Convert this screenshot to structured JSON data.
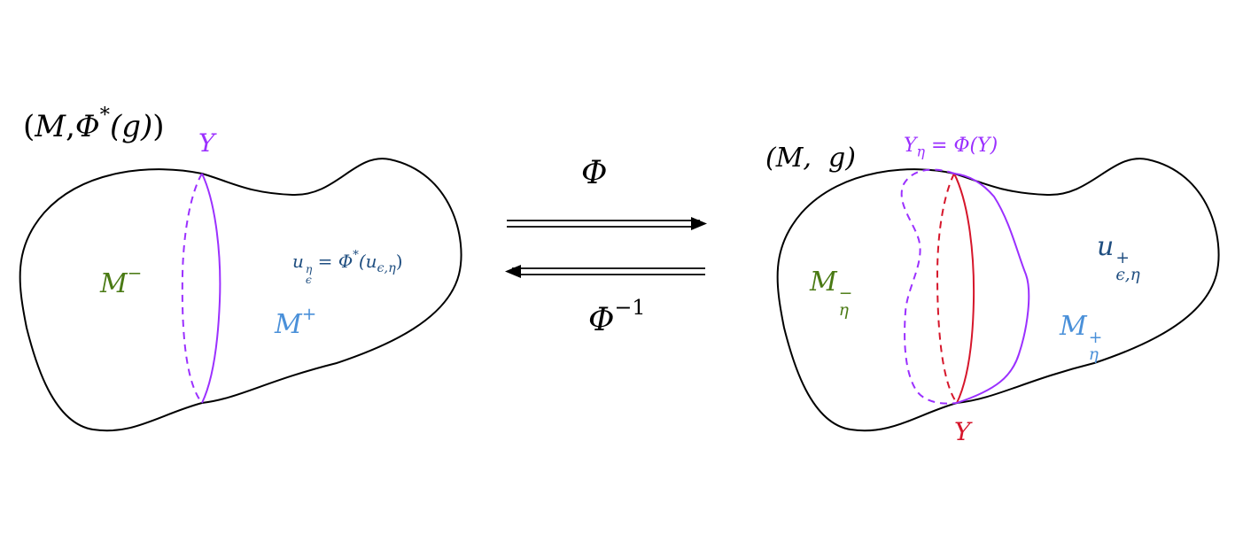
{
  "colors": {
    "black": "#000000",
    "purple": "#9b30ff",
    "red": "#d6162b",
    "green": "#4a7a14",
    "light_blue": "#4a90d9",
    "dark_blue": "#1f4e80"
  },
  "left": {
    "space": {
      "open": "(",
      "M": "M",
      "comma": ",",
      "phi": "Φ",
      "star": "*",
      "g": "(g)",
      "close": ")"
    },
    "gamma": "Υ",
    "m_minus": {
      "base": "M",
      "sup": "−"
    },
    "m_plus": {
      "base": "M",
      "sup": "+"
    },
    "u": {
      "base": "u",
      "sup": "η",
      "sub": "ϵ",
      "eq": " = ",
      "phi": "Φ",
      "star": "*",
      "arg_open": "(u",
      "arg_sub": "ϵ,η",
      "arg_close": ")"
    }
  },
  "arrows": {
    "forward": "Φ",
    "backward": {
      "base": "Φ",
      "sup": "−1"
    }
  },
  "right": {
    "space": "(M,  g)",
    "gamma_eta": {
      "base": "Υ",
      "sub": "η",
      "eq": " = ",
      "phi": "Φ(Υ)"
    },
    "gamma": "Υ",
    "m_minus": {
      "base": "M",
      "sup": "−",
      "sub": "η"
    },
    "m_plus": {
      "base": "M",
      "sup": "+",
      "sub": "η"
    },
    "u": {
      "base": "u",
      "sup": "+",
      "sub": "ϵ,η"
    }
  }
}
